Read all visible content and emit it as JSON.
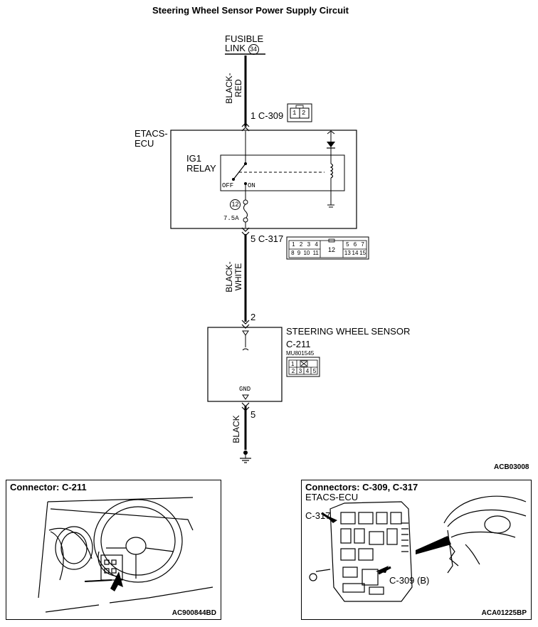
{
  "title": "Steering Wheel Sensor Power Supply Circuit",
  "fusible_link": {
    "line1": "FUSIBLE",
    "line2": "LINK",
    "number": "34"
  },
  "wires": {
    "w1_top": "BLACK-",
    "w1_bot": "RED",
    "w2_top": "BLACK-",
    "w2_bot": "WHITE",
    "w3": "BLACK"
  },
  "c309": {
    "pin": "1",
    "name": "C-309",
    "cells": [
      "1",
      "2"
    ]
  },
  "etacs": {
    "line1": "ETACS-",
    "line2": "ECU"
  },
  "relay": {
    "line1": "IG1",
    "line2": "RELAY",
    "off": "OFF",
    "on": "ON"
  },
  "fuse": {
    "number": "12",
    "rating": "7.5A"
  },
  "c317": {
    "pin": "5",
    "name": "C-317",
    "row1": [
      "1",
      "2",
      "3",
      "4",
      "5",
      "6",
      "7"
    ],
    "mid": "12",
    "row2": [
      "8",
      "9",
      "10",
      "11",
      "13",
      "14",
      "15"
    ]
  },
  "sensor": {
    "pin_in": "2",
    "name": "STEERING WHEEL SENSOR",
    "connector": "C-211",
    "part": "MU801545",
    "gnd": "GND",
    "pin_out": "5",
    "cells_top": [
      "1"
    ],
    "cells_bot": [
      "2",
      "3",
      "4",
      "5"
    ]
  },
  "figure_id": "ACB03008",
  "panel_left": {
    "title": "Connector: C-211",
    "id": "AC900844BD"
  },
  "panel_right": {
    "title": "Connectors: C-309, C-317",
    "subtitle": "ETACS-ECU",
    "label_c317": "C-317",
    "label_c309": "C-309 (B)",
    "id": "ACA01225BP"
  }
}
